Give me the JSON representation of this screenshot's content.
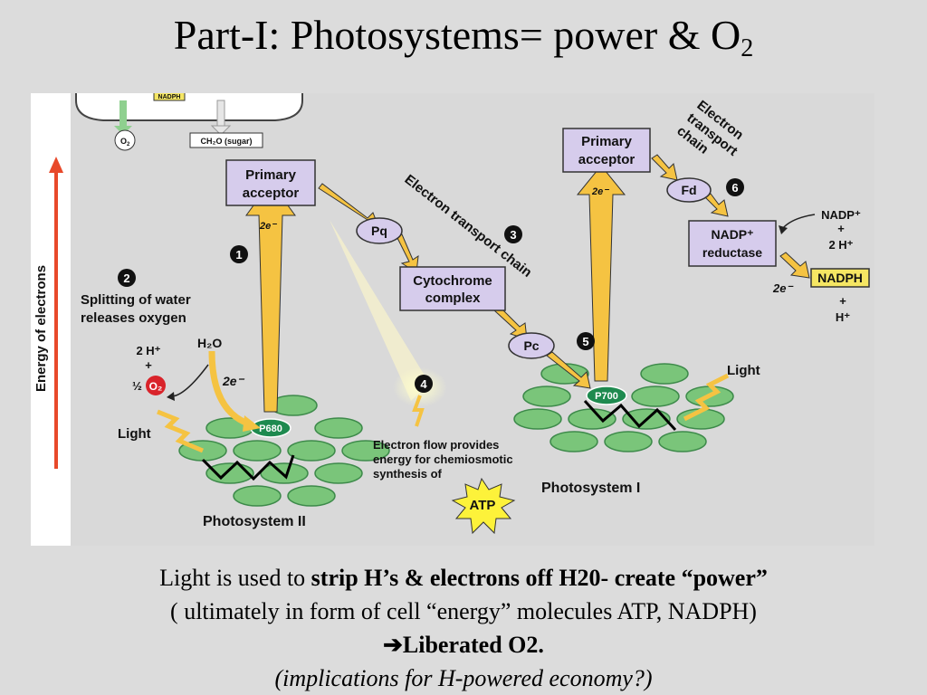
{
  "slide": {
    "title": "Part-I: Photosystems= power & O",
    "title_sub": "2"
  },
  "diagram": {
    "y_axis_label": "Energy of electrons",
    "o2_label": "O",
    "o2_sub": "2",
    "sugar_label": "CH₂O (sugar)",
    "nadph_top": "NADPH",
    "primary_acceptor_1": [
      "Primary",
      "acceptor"
    ],
    "primary_acceptor_2": [
      "Primary",
      "acceptor"
    ],
    "pq": "Pq",
    "cytochrome": [
      "Cytochrome",
      "complex"
    ],
    "pc": "Pc",
    "fd": "Fd",
    "nadp_reductase": [
      "NADP⁺",
      "reductase"
    ],
    "etc_label_1": "Electron transport chain",
    "etc_label_2": [
      "Electron",
      "transport",
      "chain"
    ],
    "step_numbers": [
      "1",
      "2",
      "3",
      "4",
      "5",
      "6"
    ],
    "splitting_label": [
      "Splitting of water",
      "releases oxygen"
    ],
    "h2o": "H₂O",
    "two_h_plus": "2 H⁺",
    "plus": "+",
    "half": "½",
    "o2_red": "O₂",
    "two_e_minus": "2e⁻",
    "light_1": "Light",
    "light_2": "Light",
    "p680": "P680",
    "p700": "P700",
    "photosystem_2": "Photosystem II",
    "photosystem_1": "Photosystem I",
    "electron_flow": [
      "Electron flow provides",
      "energy for chemiosmotic",
      "synthesis of"
    ],
    "atp": "ATP",
    "nadp_plus": "NADP⁺",
    "nadp_plus_sign": "+",
    "nadp_2h": "2 H⁺",
    "nadph": "NADPH",
    "h_plus_sign": "+",
    "h_plus": "H⁺",
    "colors": {
      "box_fill": "#d6ccec",
      "arrow_yellow": "#f5c342",
      "chlorophyll_green": "#7ac57a",
      "reaction_center": "#1e8a4f",
      "energy_arrow": "#e8492a",
      "o2_red": "#d9232a",
      "nadph_box": "#f5e663"
    }
  },
  "caption": {
    "line1_plain": "Light is used to ",
    "line1_bold": "strip H’s & electrons off H20-   create “power”",
    "line2": "( ultimately in form of cell “energy” molecules ATP, NADPH)",
    "line3_arrow": "➔",
    "line3_bold": "Liberated O2.",
    "line4_italic": "(implications for H-powered economy?)"
  }
}
